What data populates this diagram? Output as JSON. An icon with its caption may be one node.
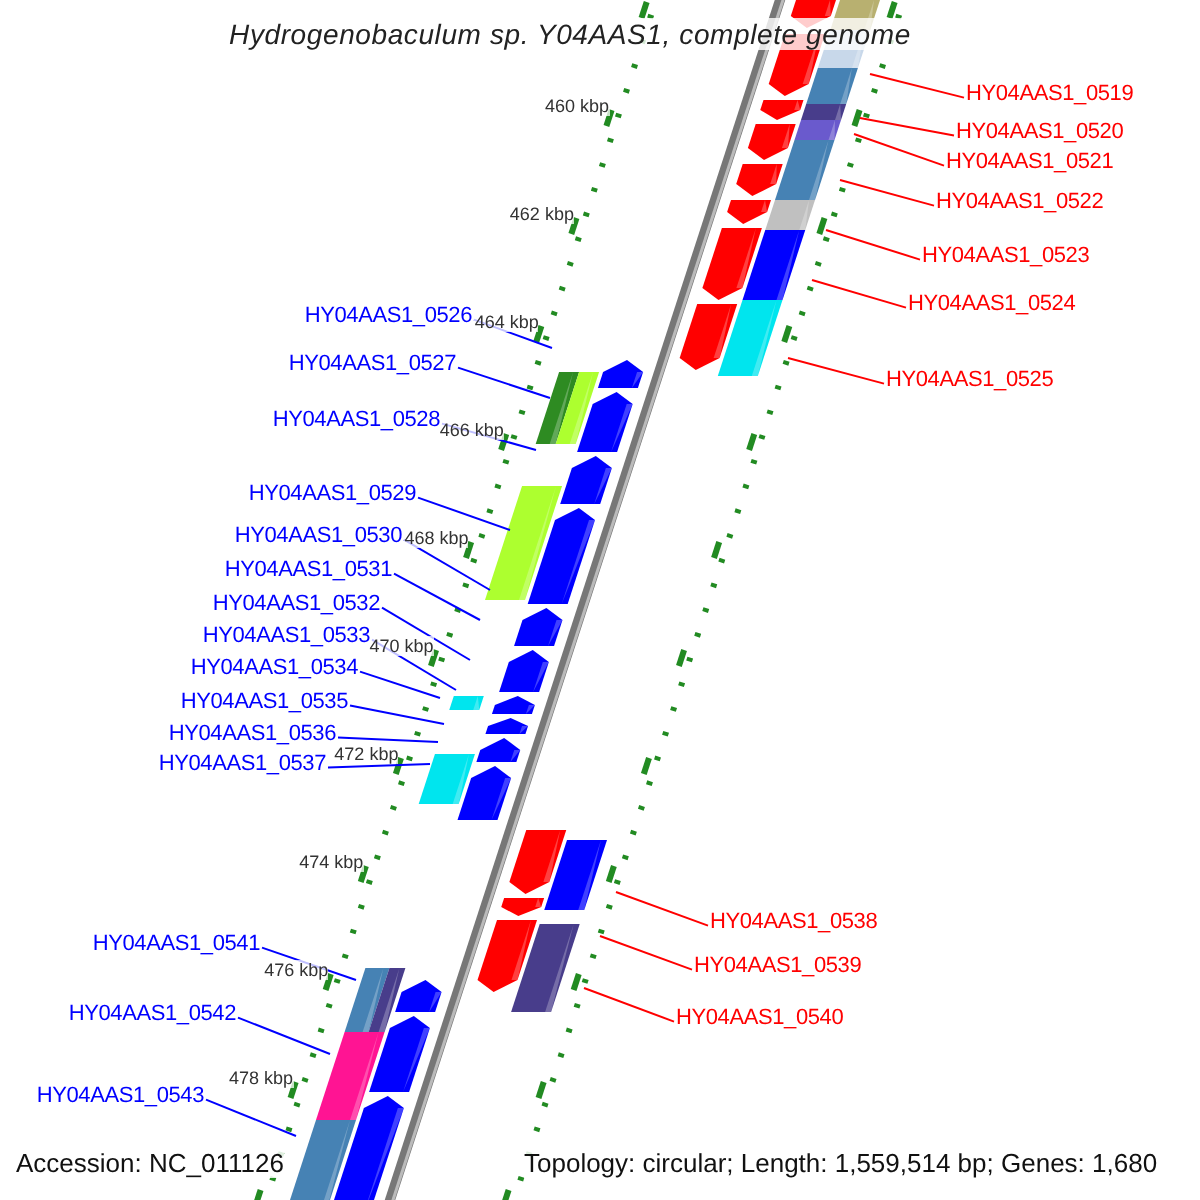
{
  "diagram": {
    "title": "Hydrogenobaculum sp. Y04AAS1, complete genome",
    "nodes": [
      {
        "text": [
          "HY04AAS1_0519"
        ]
      },
      {
        "text": [
          "HY04AAS1_0520"
        ]
      },
      {
        "text": [
          "HY04AAS1_0521"
        ]
      },
      {
        "text": [
          "HY04AAS1_0522"
        ]
      },
      {
        "text": [
          "HY04AAS1_0523"
        ]
      },
      {
        "text": [
          "HY04AAS1_0524"
        ]
      },
      {
        "text": [
          "HY04AAS1_0525"
        ]
      },
      {
        "text": [
          "HY04AAS1_0526"
        ]
      },
      {
        "text": [
          "HY04AAS1_0527"
        ]
      },
      {
        "text": [
          "HY04AAS1_0528"
        ]
      },
      {
        "text": [
          "HY04AAS1_0529"
        ]
      },
      {
        "text": [
          "HY04AAS1_0530"
        ]
      },
      {
        "text": [
          "HY04AAS1_0531"
        ]
      },
      {
        "text": [
          "HY04AAS1_0532"
        ]
      },
      {
        "text": [
          "HY04AAS1_0533"
        ]
      },
      {
        "text": [
          "HY04AAS1_0534"
        ]
      },
      {
        "text": [
          "HY04AAS1_0535"
        ]
      },
      {
        "text": [
          "HY04AAS1_0536"
        ]
      },
      {
        "text": [
          "HY04AAS1_0537"
        ]
      },
      {
        "text": [
          "HY04AAS1_0538"
        ]
      },
      {
        "text": [
          "HY04AAS1_0539"
        ]
      },
      {
        "text": [
          "HY04AAS1_0540"
        ]
      },
      {
        "text": [
          "HY04AAS1_0541"
        ]
      },
      {
        "text": [
          "HY04AAS1_0542"
        ]
      },
      {
        "text": [
          "HY04AAS1_0543"
        ]
      }
    ],
    "edges": [
      {
        "from": 0,
        "to": null,
        "arrow": "none",
        "color": "#ff0000"
      },
      {
        "from": 1,
        "to": null,
        "arrow": "none",
        "color": "#ff0000"
      },
      {
        "from": 2,
        "to": null,
        "arrow": "none",
        "color": "#ff0000"
      },
      {
        "from": 3,
        "to": null,
        "arrow": "none",
        "color": "#ff0000"
      },
      {
        "from": 4,
        "to": null,
        "arrow": "none",
        "color": "#ff0000"
      },
      {
        "from": 5,
        "to": null,
        "arrow": "none",
        "color": "#ff0000"
      },
      {
        "from": 6,
        "to": null,
        "arrow": "none",
        "color": "#ff0000"
      },
      {
        "from": 7,
        "to": null,
        "arrow": "none"
      },
      {
        "from": 8,
        "to": null,
        "arrow": "none"
      },
      {
        "from": 9,
        "to": null,
        "arrow": "none"
      },
      {
        "from": 10,
        "to": null,
        "arrow": "none"
      },
      {
        "from": 11,
        "to": null,
        "arrow": "none"
      },
      {
        "from": 12,
        "to": null,
        "arrow": "none"
      },
      {
        "from": 13,
        "to": null,
        "arrow": "none"
      },
      {
        "from": 14,
        "to": null,
        "arrow": "none"
      },
      {
        "from": 15,
        "to": null,
        "arrow": "none"
      },
      {
        "from": 16,
        "to": null,
        "arrow": "none"
      },
      {
        "from": 17,
        "to": null,
        "arrow": "none"
      },
      {
        "from": 18,
        "to": null,
        "arrow": "none"
      },
      {
        "from": 19,
        "to": null,
        "arrow": "none",
        "color": "#ff0000"
      },
      {
        "from": 20,
        "to": null,
        "arrow": "none",
        "color": "#ff0000"
      },
      {
        "from": 21,
        "to": null,
        "arrow": "none",
        "color": "#ff0000"
      },
      {
        "from": 22,
        "to": null,
        "arrow": "none"
      },
      {
        "from": 23,
        "to": null,
        "arrow": "none"
      },
      {
        "from": 24,
        "to": null,
        "arrow": "none"
      }
    ],
    "labels": [
      "460 kbp",
      "462 kbp",
      "464 kbp",
      "466 kbp",
      "468 kbp",
      "470 kbp",
      "472 kbp",
      "474 kbp",
      "476 kbp",
      "478 kbp",
      "Accession: NC_011126",
      "Topology: circular; Length: 1,559,514 bp; Genes: 1,680"
    ]
  }
}
